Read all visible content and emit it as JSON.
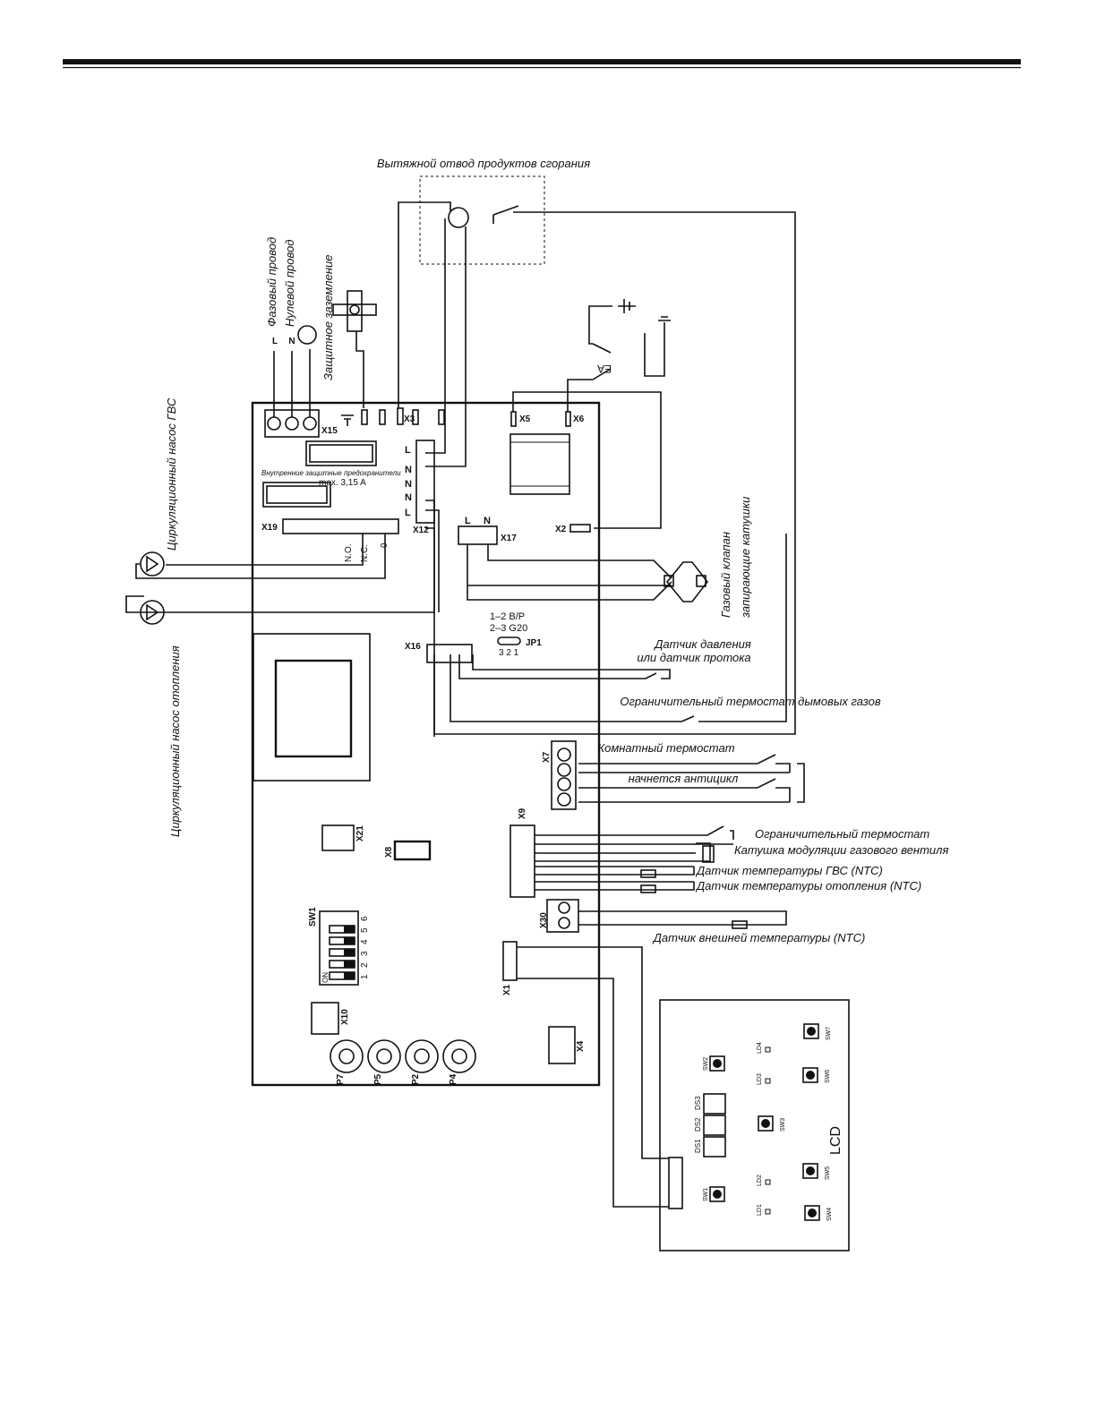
{
  "labels": {
    "flue": "Вытяжной отвод продуктов сгорания",
    "phase": "Фазовый провод",
    "neutral": "Нулевой провод",
    "earth": "Защитное заземление",
    "pump_dhw": "Циркуляционный насос ГВС",
    "pump_heating": "Циркуляционный насос отопления",
    "gas_valve": "Газовый клапан",
    "gas_coils": "запирающие катушки",
    "fuses": "Внутренние защитные предохранители",
    "fuse_max": "max. 3,15 A",
    "pressure_1": "Датчик давления",
    "pressure_2": "или датчик протока",
    "flue_limit": "Ограничительный термостат дымовых газов",
    "room_thermostat": "Комнатный термостат",
    "anticycle": "начнется антицикл",
    "limit_thermostat": "Ограничительный термостат",
    "mod_coil": "Катушка модуляции газового вентиля",
    "ntc_dhw": "Датчик температуры ГВС (NTC)",
    "ntc_heating": "Датчик температуры отопления (NTC)",
    "ntc_outdoor": "Датчик внешней температуры (NTC)",
    "jp_1": "1–2 B/P",
    "jp_2": "2–3 G20",
    "jp_pins": "3 2 1",
    "electrode": "EA",
    "lcd": "LCD"
  },
  "power_terms": [
    "L",
    "N"
  ],
  "x12_pins": [
    "L",
    "N",
    "N",
    "N",
    "L"
  ],
  "x17_pins": [
    "L",
    "N"
  ],
  "x19_pins": [
    "N.O.",
    "N.C.",
    "0"
  ],
  "connectors": {
    "x15": "X15",
    "x3": "X3",
    "x5": "X5",
    "x6": "X6",
    "x12": "X12",
    "x19": "X19",
    "x17": "X17",
    "x2": "X2",
    "x16": "X16",
    "jp1": "JP1",
    "x7": "X7",
    "x9": "X9",
    "x30": "X30",
    "x1": "X1",
    "x21": "X21",
    "x8": "X8",
    "sw1": "SW1",
    "x10": "X10",
    "x4": "X4"
  },
  "sw1": {
    "on": "ON",
    "positions": [
      "1",
      "2",
      "3",
      "4",
      "5",
      "6"
    ]
  },
  "pots": [
    "P7",
    "P5",
    "P2",
    "P4"
  ],
  "lcd_board": {
    "switches": [
      "SW1",
      "SW2",
      "SW3",
      "SW4",
      "SW5",
      "SW6",
      "SW7"
    ],
    "leds": [
      "LD1",
      "LD2",
      "LD3",
      "LD4"
    ],
    "displays": [
      "DS1",
      "DS2",
      "DS3"
    ]
  }
}
